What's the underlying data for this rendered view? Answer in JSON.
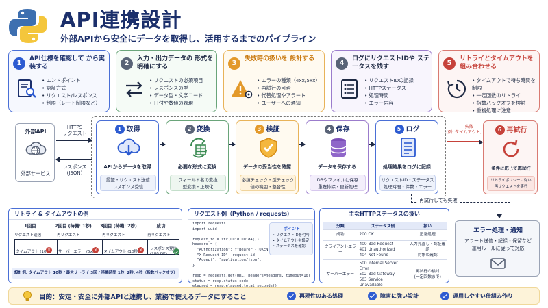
{
  "header": {
    "title": "API連携設計",
    "subtitle": "外部APIから安全にデータを取得し、活用するまでのパイプライン"
  },
  "colors": {
    "navy": "#1b2f6b",
    "blue": "#2d5bd1",
    "green": "#3a8a52",
    "orange": "#e3992a",
    "purple": "#7b4fb8",
    "red": "#c6423a",
    "gray": "#596377"
  },
  "cards": [
    {
      "num": "1",
      "title": "API仕様を確認して から実装する",
      "icon": "document-search-icon",
      "items": [
        "エンドポイント",
        "認証方式",
        "リクエスト/レスポンス",
        "制限（レート制限など）"
      ]
    },
    {
      "num": "2",
      "title": "入力・出力データの 形式を明確にする",
      "icon": "swap-arrows-icon",
      "items": [
        "リクエストの必須項目",
        "レスポンスの型",
        "データ型・文字コード",
        "日付や数値の表現"
      ]
    },
    {
      "num": "3",
      "title": "失敗時の扱いを 設計する",
      "icon": "warning-gear-icon",
      "items": [
        "エラーの種類（4xx/5xx）",
        "再試行の可否",
        "代替処理やアラート",
        "ユーザーへの通知"
      ]
    },
    {
      "num": "4",
      "title": "ログにリクエストIDや ステータスを残す",
      "icon": "log-list-icon",
      "items": [
        "リクエストIDの記録",
        "HTTPステータス",
        "処理時間",
        "エラー内容"
      ]
    },
    {
      "num": "5",
      "title": "リトライとタイムアウトを 組み合わせる",
      "icon": "clock-retry-icon",
      "items": [
        "タイムアウトで待ち時間を制限",
        "一定回数のリトライ",
        "指数バックオフを検討",
        "重複処理に注意"
      ]
    }
  ],
  "external": {
    "title": "外部API",
    "service": "外部サービス",
    "request": "HTTPS\nリクエスト",
    "response": "レスポンス\n(JSON)"
  },
  "steps": [
    {
      "num": "1",
      "title": "取得",
      "icon": "cloud-download-icon",
      "desc": "APIからデータを取得",
      "box": "認証・リクエスト送信\nレスポンス受信"
    },
    {
      "num": "2",
      "title": "変換",
      "icon": "sync-table-icon",
      "desc": "必要な形式に変換",
      "box": "フィールド名の変換\n型変換・正規化"
    },
    {
      "num": "3",
      "title": "検証",
      "icon": "shield-check-icon",
      "desc": "データの妥当性を確認",
      "box": "必須チェック・型チェック\n値の範囲・整合性"
    },
    {
      "num": "4",
      "title": "保存",
      "icon": "database-icon",
      "desc": "データを保存する",
      "box": "DBやファイルに保存\n重複排除・更新処理"
    },
    {
      "num": "5",
      "title": "ログ",
      "icon": "log-document-icon",
      "desc": "処理結果をログに記録",
      "box": "リクエストID・ステータス\n処理時間・件数・エラー"
    }
  ],
  "retry_step": {
    "num": "6",
    "title": "再試行",
    "icon": "retry-circle-icon",
    "desc": "条件に応じて再試行",
    "box": "リトライポリシーに従い\n再リクエストを実行",
    "fail_label": "失敗\n(例: タイムアウト, 5xx)"
  },
  "retry_fail": "再試行しても失敗",
  "error_box": {
    "title": "エラー処理・通知",
    "body": "アラート送信・記録・保留など\n運用ルールに従って対応"
  },
  "retry_panel": {
    "title": "リトライ & タイムアウトの例",
    "cols": [
      {
        "head": "1回目",
        "l1": "リクエスト送信",
        "l2": "タイムアウト (10秒)"
      },
      {
        "head": "2回目 (待機: 1秒)",
        "l1": "再リクエスト",
        "l2": "サーバーエラー (5xx)"
      },
      {
        "head": "3回目 (待機: 2秒)",
        "l1": "再リクエスト",
        "l2": "タイムアウト (10秒)"
      },
      {
        "head": "成功",
        "l1": "再リクエスト",
        "l2": "レスポンス受信\n(200 OK)"
      }
    ],
    "footer": "設計例: タイムアウト 10秒 / 最大リトライ 3回 / 待機時間 1秒, 2秒, 4秒（指数バックオフ）"
  },
  "code_panel": {
    "title": "リクエスト例（Python / requests）",
    "code": "import requests\nimport uuid\n\nrequest_id = str(uuid.uuid4())\nheaders = {\n  \"Authorization\": f\"Bearer {TOKEN}\",\n  \"X-Request-ID\": request_id,\n  \"Accept\": \"application/json\",\n}\n\nresp = requests.get(URL, headers=headers, timeout=10)\nstatus = resp.status_code\nelapsed = resp.elapsed.total_seconds()",
    "point_title": "ポイント",
    "points": [
      "リクエストIDを付与",
      "タイムアウトを設定",
      "ステータスを確認"
    ]
  },
  "status_panel": {
    "title": "主なHTTPステータスの扱い",
    "headers": [
      "分類",
      "ステータス例",
      "扱い"
    ],
    "rows": [
      {
        "cat": "成功",
        "ex": "200 OK",
        "act": "正常処理"
      },
      {
        "cat": "クライアントエラー",
        "ex": "400 Bad Request\n401 Unauthorized\n404 Not Found",
        "act": "入力見直し・認証確認\n対象の確認"
      },
      {
        "cat": "サーバーエラー",
        "ex": "500 Internal Server Error\n502 Bad Gateway\n503 Service Unavailable",
        "act": "再試行の検討\n(一定回数まで)"
      }
    ]
  },
  "footer": {
    "goal": "目的：安定・安全に外部APIと連携し、業務で使えるデータにすること",
    "checks": [
      "再現性のある処理",
      "障害に強い設計",
      "運用しやすい仕組み作り"
    ]
  }
}
